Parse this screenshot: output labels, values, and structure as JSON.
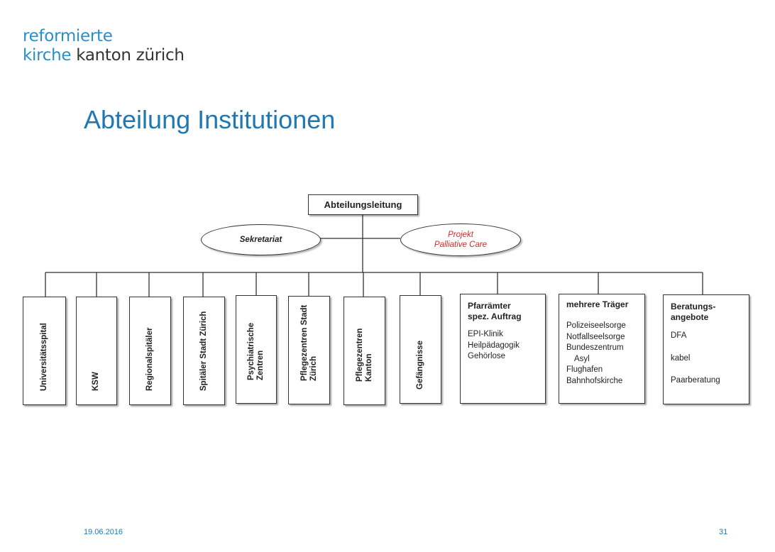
{
  "logo": {
    "line1": "reformierte",
    "line2a": "kirche",
    "line2b": " kanton zürich"
  },
  "title": "Abteilung Institutionen",
  "colors": {
    "brand": "#2a8fc8",
    "title": "#1f78b4",
    "project_text": "#d42a2a"
  },
  "org_chart": {
    "head": "Abteilungsleitung",
    "staff": [
      {
        "label": "Sekretariat"
      },
      {
        "label_lines": [
          "Projekt",
          "Palliative Care"
        ]
      }
    ],
    "vertical_units": [
      {
        "lines": [
          "Universitätsspital"
        ]
      },
      {
        "lines": [
          "KSW"
        ]
      },
      {
        "lines": [
          "Regionalspitäler"
        ]
      },
      {
        "lines": [
          "Spitäler Stadt Zürich"
        ]
      },
      {
        "lines": [
          "Psychiatrische",
          "Zentren"
        ]
      },
      {
        "lines": [
          "Pflegezentren Stadt",
          "Zürich"
        ]
      },
      {
        "lines": [
          "Pflegezentren",
          "Kanton"
        ]
      },
      {
        "lines": [
          "Gefängnisse"
        ]
      }
    ],
    "list_units": [
      {
        "title_lines": [
          "Pfarrämter",
          "spez. Auftrag"
        ],
        "items": [
          "EPI-Klinik",
          "Heilpädagogik",
          "Gehörlose"
        ]
      },
      {
        "title_lines": [
          "mehrere Träger"
        ],
        "items": [
          "Polizeiseelsorge",
          "Notfallseelsorge",
          "Bundeszentrum",
          "Asyl",
          "Flughafen",
          "Bahnhofskirche"
        ]
      },
      {
        "title_lines": [
          "Beratungs-",
          "angebote"
        ],
        "items": [
          "DFA",
          "kabel",
          "Paarberatung"
        ]
      }
    ]
  },
  "footer": {
    "date": "19.06.2016",
    "page": "31"
  }
}
